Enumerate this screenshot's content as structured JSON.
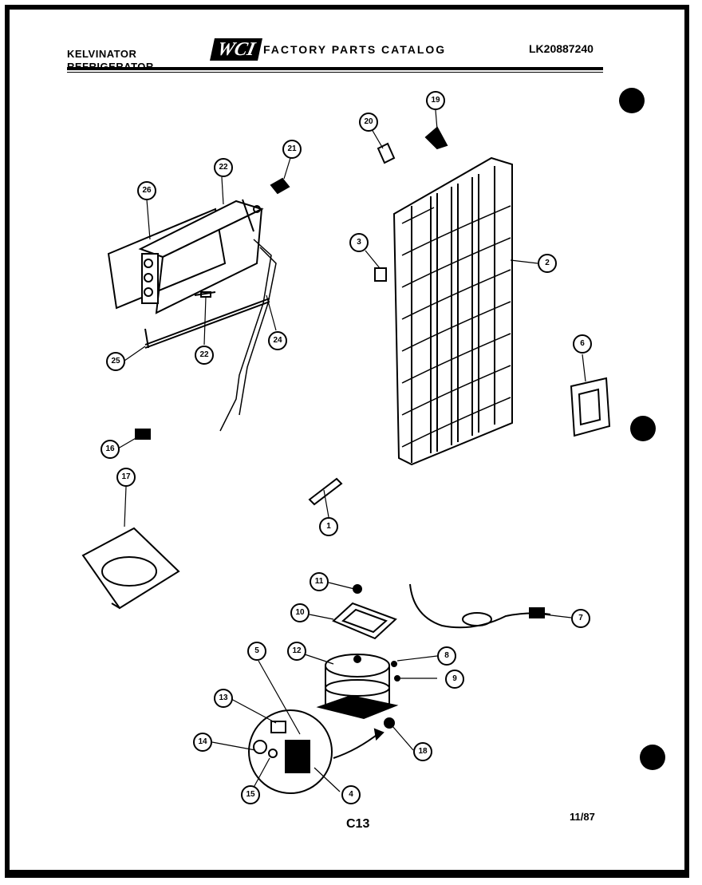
{
  "header": {
    "brand_line1": "KELVINATOR",
    "brand_line2": "REFRIGERATOR",
    "logo": "WCI",
    "catalog_title": "FACTORY PARTS CATALOG",
    "model_number": "LK20887240"
  },
  "footer": {
    "page_code": "C13",
    "date": "11/87"
  },
  "callouts": [
    {
      "id": "c26a",
      "label": "26"
    },
    {
      "id": "c22a",
      "label": "22"
    },
    {
      "id": "c21",
      "label": "21"
    },
    {
      "id": "c20",
      "label": "20"
    },
    {
      "id": "c19",
      "label": "19"
    },
    {
      "id": "c3",
      "label": "3"
    },
    {
      "id": "c2",
      "label": "2"
    },
    {
      "id": "c25",
      "label": "25"
    },
    {
      "id": "c22b",
      "label": "22"
    },
    {
      "id": "c24",
      "label": "24"
    },
    {
      "id": "c6top",
      "label": "6"
    },
    {
      "id": "c16",
      "label": "16"
    },
    {
      "id": "c17",
      "label": "17"
    },
    {
      "id": "c1",
      "label": "1"
    },
    {
      "id": "c11",
      "label": "11"
    },
    {
      "id": "c10",
      "label": "10"
    },
    {
      "id": "c7",
      "label": "7"
    },
    {
      "id": "c5",
      "label": "5"
    },
    {
      "id": "c12",
      "label": "12"
    },
    {
      "id": "c8",
      "label": "8"
    },
    {
      "id": "c9",
      "label": "9"
    },
    {
      "id": "c13",
      "label": "13"
    },
    {
      "id": "c14",
      "label": "14"
    },
    {
      "id": "c18",
      "label": "18"
    },
    {
      "id": "c15",
      "label": "15"
    },
    {
      "id": "c4",
      "label": "4"
    }
  ]
}
